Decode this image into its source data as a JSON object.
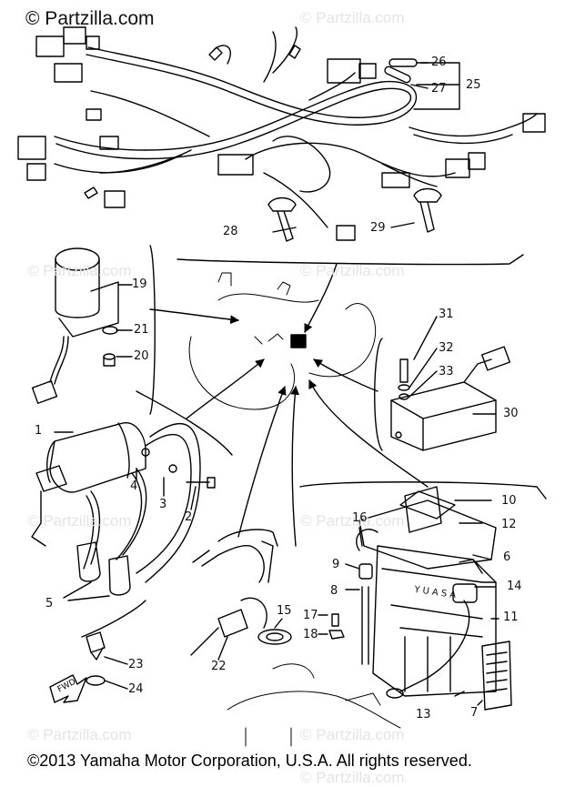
{
  "brand": {
    "logo_text": "© Partzilla.com"
  },
  "watermarks": [
    "© Partzilla.com",
    "© Partzilla.com",
    "© Partzilla.com",
    "© Partzilla.com",
    "© Partzilla.com",
    "© Partzilla.com",
    "© Partzilla.com",
    "© Partzilla.com"
  ],
  "copyright": "©2013  Yamaha Motor Corporation, U.S.A. All rights reserved.",
  "forward_mark": "FWD",
  "battery_text": "Y U A S A",
  "callouts": {
    "n1": "1",
    "n2": "2",
    "n3": "3",
    "n4": "4",
    "n5": "5",
    "n6": "6",
    "n7": "7",
    "n8": "8",
    "n9": "9",
    "n10": "10",
    "n11": "11",
    "n12": "12",
    "n13": "13",
    "n14": "14",
    "n15": "15",
    "n16": "16",
    "n17": "17",
    "n18": "18",
    "n19": "19",
    "n20": "20",
    "n21": "21",
    "n22": "22",
    "n23": "23",
    "n24": "24",
    "n25": "25",
    "n26": "26",
    "n27": "27",
    "n28": "28",
    "n29": "29",
    "n30": "30",
    "n31": "31",
    "n32": "32",
    "n33": "33"
  }
}
